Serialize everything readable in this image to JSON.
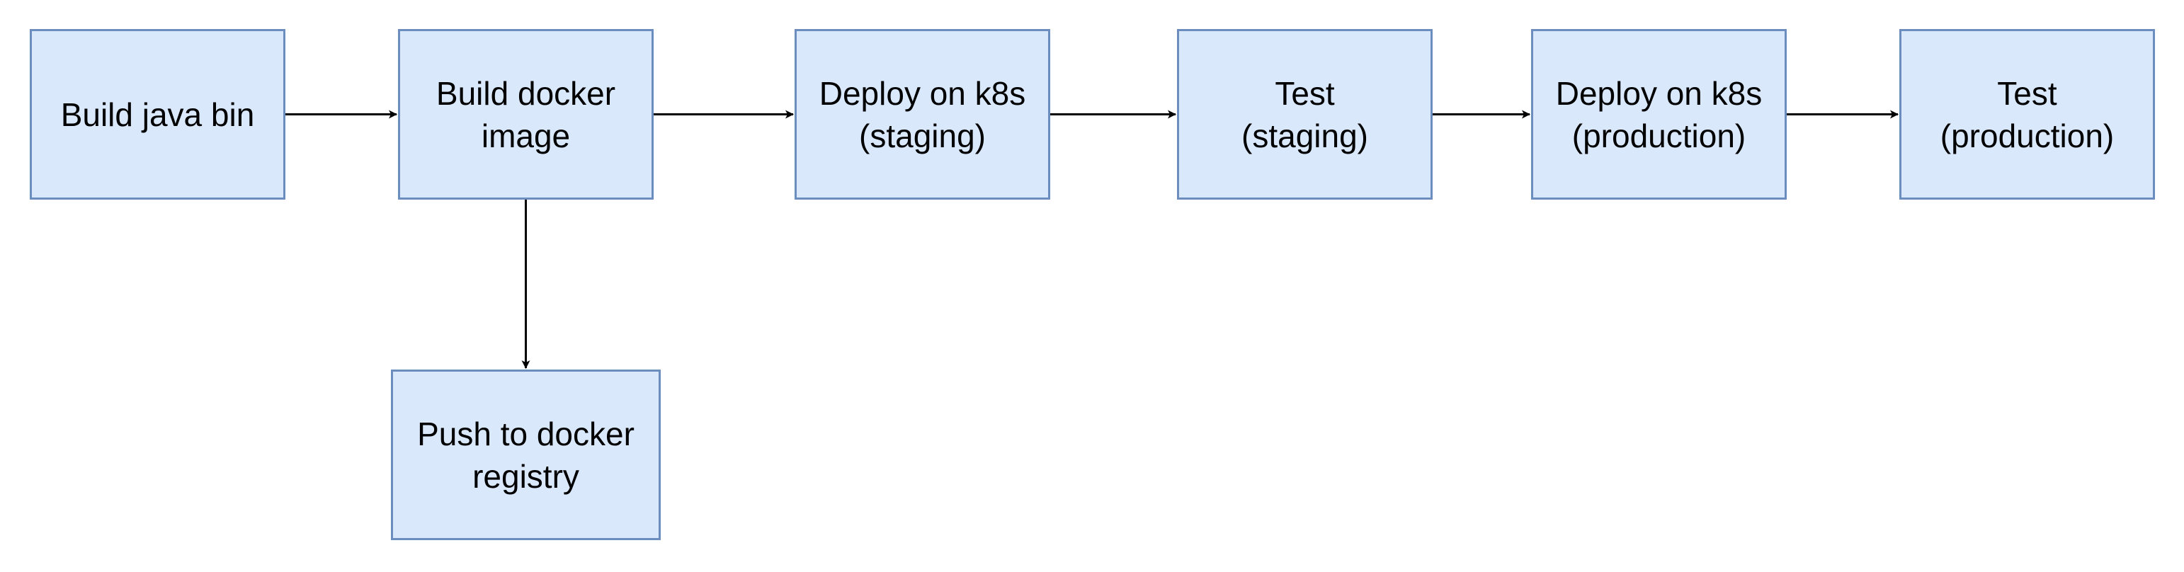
{
  "diagram": {
    "nodes": [
      {
        "id": "build-java-bin",
        "label": "Build java bin"
      },
      {
        "id": "build-docker-image",
        "label": "Build docker\nimage"
      },
      {
        "id": "deploy-k8s-staging",
        "label": "Deploy on k8s\n(staging)"
      },
      {
        "id": "test-staging",
        "label": "Test\n(staging)"
      },
      {
        "id": "deploy-k8s-production",
        "label": "Deploy on k8s\n(production)"
      },
      {
        "id": "test-production",
        "label": "Test\n(production)"
      },
      {
        "id": "push-docker-registry",
        "label": "Push to docker\nregistry"
      }
    ],
    "edges": [
      {
        "from": "build-java-bin",
        "to": "build-docker-image"
      },
      {
        "from": "build-docker-image",
        "to": "deploy-k8s-staging"
      },
      {
        "from": "deploy-k8s-staging",
        "to": "test-staging"
      },
      {
        "from": "test-staging",
        "to": "deploy-k8s-production"
      },
      {
        "from": "deploy-k8s-production",
        "to": "test-production"
      },
      {
        "from": "build-docker-image",
        "to": "push-docker-registry"
      }
    ]
  },
  "colors": {
    "node_fill": "#dae8fc",
    "node_stroke": "#6c8ebf",
    "edge": "#000000",
    "text": "#000000"
  }
}
